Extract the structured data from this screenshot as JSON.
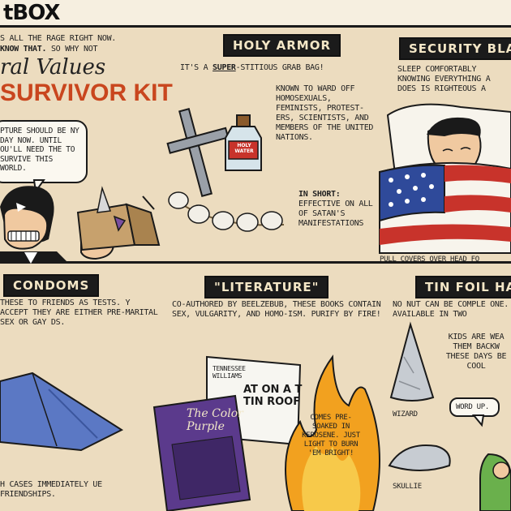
{
  "masthead": {
    "title": "tBOX"
  },
  "intro": {
    "line1": "S ALL THE RAGE RIGHT NOW.",
    "line2_prefix": "KNOW THAT.",
    "line2_suffix": "SO WHY NOT",
    "cursive_title": "ral Values",
    "kit_title": "SURVIVOR KIT",
    "bubble_text": "PTURE SHOULD BE NY DAY NOW. UNTIL OU'LL NEED THE TO SURVIVE THIS WORLD."
  },
  "holy_armor": {
    "header": "HOLY ARMOR",
    "tagline_prefix": "IT'S A ",
    "tagline_emphasis": "SUPER",
    "tagline_suffix": "-STITIOUS GRAB BAG!",
    "description": "KNOWN TO WARD OFF HOMOSEXUALS, FEMINISTS, PROTEST-ERS, SCIENTISTS, AND MEMBERS OF THE UNITED NATIONS.",
    "in_short_label": "IN SHORT:",
    "in_short_text": "EFFECTIVE ON ALL OF SATAN'S MANIFESTATIONS",
    "bottle_label": "HOLY WATER"
  },
  "security_blanket": {
    "header": "SECURITY BLA",
    "text": "SLEEP COMFORTABLY KNOWING EVERYTHING A DOES IS RIGHTEOUS A",
    "caption": "PULL COVERS OVER HEAD FO"
  },
  "condoms": {
    "header": "CONDOMS",
    "text": "THESE TO FRIENDS AS TESTS. Y ACCEPT THEY ARE EITHER PRE-MARITAL SEX OR GAY DS.",
    "footer": "H CASES IMMEDIATELY UE FRIENDSHIPS."
  },
  "literature": {
    "header": "\"LITERATURE\"",
    "text": "CO-AUTHORED BY BEELZEBUB, THESE BOOKS CONTAIN SEX, VULGARITY, AND HOMO-ISM. PURIFY BY FIRE!",
    "book1_author": "TENNESSEE WILLIAMS",
    "book1_title": "AT ON A T TIN ROOF",
    "book2_title": "The Color Purple",
    "fire_text": "COMES PRE-SOAKED IN KEROSENE. JUST LIGHT TO BURN 'EM BRIGHT!"
  },
  "tin_foil_hat": {
    "header": "TIN FOIL HA",
    "text": "NO NUT CAN BE COMPLE ONE. AVAILABLE IN TWO",
    "kids_text": "KIDS ARE WEA THEM BACKW THESE DAYS BE COOL",
    "wizard_label": "WIZARD",
    "skullie_label": "SKULLIE",
    "word_up": "WORD UP."
  },
  "colors": {
    "background": "#ecdcbf",
    "header_bg": "#1b1b1b",
    "header_text": "#f3e6c6",
    "accent": "#c9461e",
    "flag_red": "#c8332b",
    "flag_blue": "#2f4a9a",
    "fire": "#f2a11f",
    "book_purple": "#5b3a8c"
  }
}
